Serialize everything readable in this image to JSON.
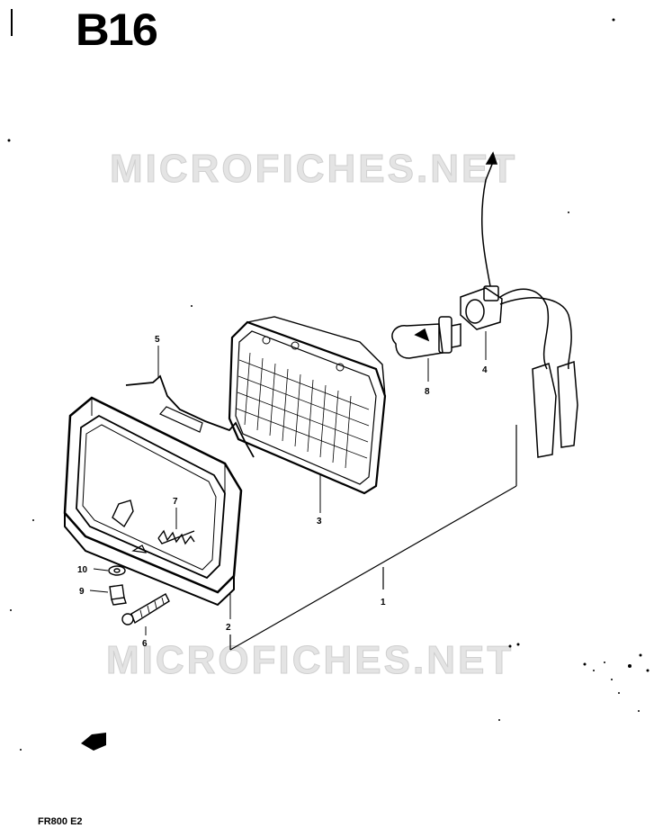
{
  "page_code": "B16",
  "footer_model": "FR800 E2",
  "watermark_text": "MICROFICHES.NET",
  "callouts": {
    "c1": "1",
    "c2": "2",
    "c3": "3",
    "c4": "4",
    "c5": "5",
    "c6": "6",
    "c7": "7",
    "c8": "8",
    "c9": "9",
    "c10": "10"
  },
  "icons": {
    "direction_arrow": "arrow-left-icon"
  }
}
